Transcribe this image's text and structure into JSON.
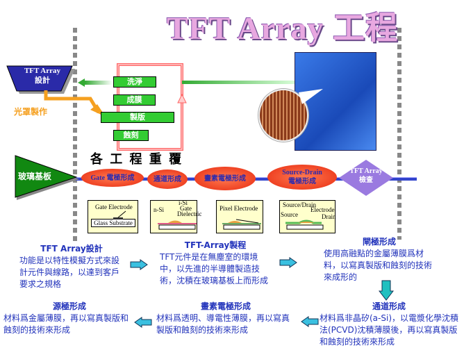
{
  "title": "TFT Array 工程",
  "design_box": {
    "line1": "TFT Array",
    "line2": "設計"
  },
  "photomask_label": "光罩製作",
  "process_steps": [
    "洗淨",
    "成膜",
    "製版",
    "蝕刻"
  ],
  "repeat_label": "各 工 程 重 覆",
  "glass_substrate": "玻璃基板",
  "pipeline": [
    {
      "line1": "Gate",
      "line2": "電極形成"
    },
    {
      "line1": "通道形成",
      "line2": ""
    },
    {
      "line1": "畫素電極形成",
      "line2": ""
    },
    {
      "line1": "Source-Drain",
      "line2": "電極形成"
    },
    {
      "line1": "TFT Array",
      "line2": "檢查"
    }
  ],
  "diagrams": {
    "gate": {
      "electrode": "Gate Electrode",
      "substrate": "Glass Substrate"
    },
    "channel": {
      "nsi": "n-Si",
      "isi": "i-Si",
      "gate": "Gate",
      "dielectric": "Dielectric"
    },
    "pixel": {
      "electrode": "Pixel Electrode"
    },
    "sd": {
      "sourcedrain": "Source/Drain",
      "electrode": "Electrode",
      "source": "Source",
      "drain": "Drain"
    }
  },
  "descriptions": [
    {
      "title": "TFT Array設計",
      "body": "功能是以特性模擬方式來設計元件與線路，以達到客戶要求之規格"
    },
    {
      "title": "TFT-Array製程",
      "body": "TFT元件是在無塵室的環境中，以先進的半導體製造技術，沈積在玻璃基板上而形成"
    },
    {
      "title": "閘極形成",
      "body": "使用高融點的金屬薄膜爲材料，以寫真製版和蝕刻的技術來成形的"
    },
    {
      "title": "通道形成",
      "body": "材料爲非晶矽(a-Si)，以電漿化學沈積法(PCVD)沈積薄膜後，再以寫真製版和蝕刻的技術來形成"
    },
    {
      "title": "畫素電極形成",
      "body": "材料爲透明、導電性薄膜，再以寫真製版和蝕刻的技術來形成"
    },
    {
      "title": "源極形成",
      "body": "材料爲金屬薄膜，再以寫真製版和蝕刻的技術來形成"
    }
  ]
}
